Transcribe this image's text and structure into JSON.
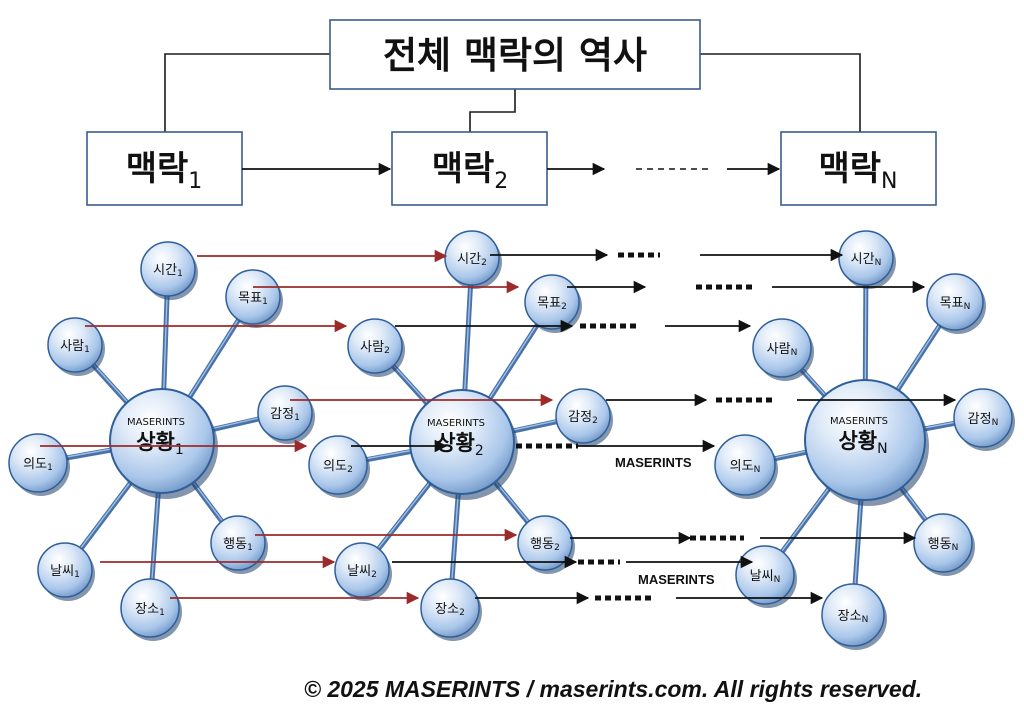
{
  "title": "전체 맥락의 역사",
  "contexts": [
    {
      "label": "맥락",
      "sub": "1"
    },
    {
      "label": "맥락",
      "sub": "2"
    },
    {
      "label": "맥락",
      "sub": "N"
    }
  ],
  "clusters": [
    {
      "hub": {
        "brand": "MASERINTS",
        "label": "상황",
        "sub": "1"
      },
      "nodes": [
        {
          "key": "time",
          "label": "시간",
          "sub": "1"
        },
        {
          "key": "goal",
          "label": "목표",
          "sub": "1"
        },
        {
          "key": "person",
          "label": "사람",
          "sub": "1"
        },
        {
          "key": "emotion",
          "label": "감정",
          "sub": "1"
        },
        {
          "key": "intent",
          "label": "의도",
          "sub": "1"
        },
        {
          "key": "action",
          "label": "행동",
          "sub": "1"
        },
        {
          "key": "weather",
          "label": "날씨",
          "sub": "1"
        },
        {
          "key": "place",
          "label": "장소",
          "sub": "1"
        }
      ]
    },
    {
      "hub": {
        "brand": "MASERINTS",
        "label": "상황",
        "sub": "2"
      },
      "nodes": [
        {
          "key": "time",
          "label": "시간",
          "sub": "2"
        },
        {
          "key": "goal",
          "label": "목표",
          "sub": "2"
        },
        {
          "key": "person",
          "label": "사람",
          "sub": "2"
        },
        {
          "key": "emotion",
          "label": "감정",
          "sub": "2"
        },
        {
          "key": "intent",
          "label": "의도",
          "sub": "2"
        },
        {
          "key": "action",
          "label": "행동",
          "sub": "2"
        },
        {
          "key": "weather",
          "label": "날씨",
          "sub": "2"
        },
        {
          "key": "place",
          "label": "장소",
          "sub": "2"
        }
      ]
    },
    {
      "hub": {
        "brand": "MASERINTS",
        "label": "상황",
        "sub": "N"
      },
      "nodes": [
        {
          "key": "time",
          "label": "시간",
          "sub": "N"
        },
        {
          "key": "goal",
          "label": "목표",
          "sub": "N"
        },
        {
          "key": "person",
          "label": "사람",
          "sub": "N"
        },
        {
          "key": "emotion",
          "label": "감정",
          "sub": "N"
        },
        {
          "key": "intent",
          "label": "의도",
          "sub": "N"
        },
        {
          "key": "action",
          "label": "행동",
          "sub": "N"
        },
        {
          "key": "weather",
          "label": "날씨",
          "sub": "N"
        },
        {
          "key": "place",
          "label": "장소",
          "sub": "N"
        }
      ]
    }
  ],
  "watermarks": [
    "MASERINTS",
    "MASERINTS"
  ],
  "colors": {
    "red_arrow": "#9b2b2b",
    "black_arrow": "#111111",
    "node_fill": "#b9d3f0",
    "node_edge": "#2f5f9a"
  },
  "footer": "© 2025 MASERINTS / maserints.com. All rights reserved."
}
